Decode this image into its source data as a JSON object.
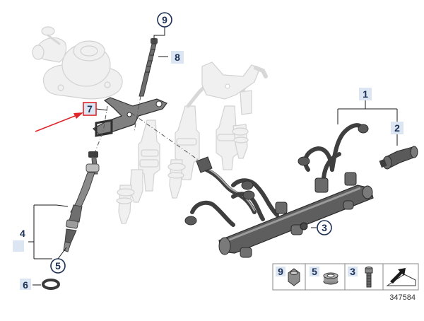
{
  "callouts": {
    "c1": "1",
    "c2": "2",
    "c3": "3",
    "c4": "4",
    "c5": "5",
    "c6": "6",
    "c7": "7",
    "c8": "8",
    "c9": "9"
  },
  "legend": {
    "items": [
      {
        "label": "9"
      },
      {
        "label": "5"
      },
      {
        "label": "3"
      }
    ]
  },
  "diagram_number": "347584",
  "colors": {
    "callout_border": "#1c2f55",
    "callout_tag": "#dce6f2",
    "highlight": "#e0252b"
  }
}
